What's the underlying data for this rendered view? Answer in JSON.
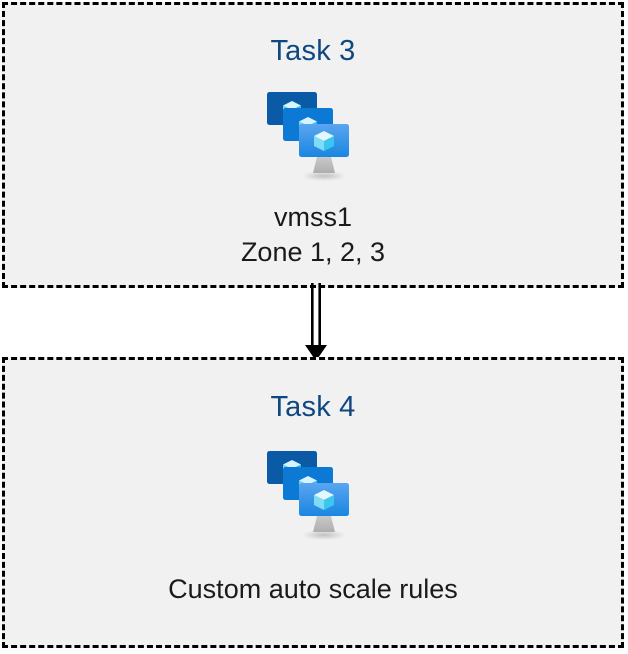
{
  "diagram": {
    "type": "flow",
    "orientation": "vertical",
    "background_color": "#ffffff",
    "node_fill_color": "#f1f1f1",
    "node_border_color": "#000000",
    "node_border_style": "dashed",
    "title_color": "#0f4880",
    "caption_color": "#1a1a1a",
    "connector": {
      "name": "double-line-arrow",
      "from": "Task 3",
      "to": "Task 4",
      "direction": "down",
      "color": "#000000"
    },
    "nodes": [
      {
        "id": "task-3",
        "title": "Task 3",
        "icon": "virtual-machine-scale-set-icon",
        "caption_lines": [
          "vmss1",
          "Zone 1, 2, 3"
        ]
      },
      {
        "id": "task-4",
        "title": "Task 4",
        "icon": "virtual-machine-scale-set-icon",
        "caption_lines": [
          "Custom auto scale rules"
        ]
      }
    ]
  },
  "icon_palette": {
    "back_monitor": "#0a5aa5",
    "mid_monitor": "#0c7ad4",
    "front_monitor_top": "#55a2ef",
    "front_monitor_bottom": "#1a86e0",
    "cube_light": "#d6f4fd",
    "cube_mid": "#8fe0f7",
    "cube_dark": "#32c3ee",
    "stand": "#b3b3b3"
  }
}
